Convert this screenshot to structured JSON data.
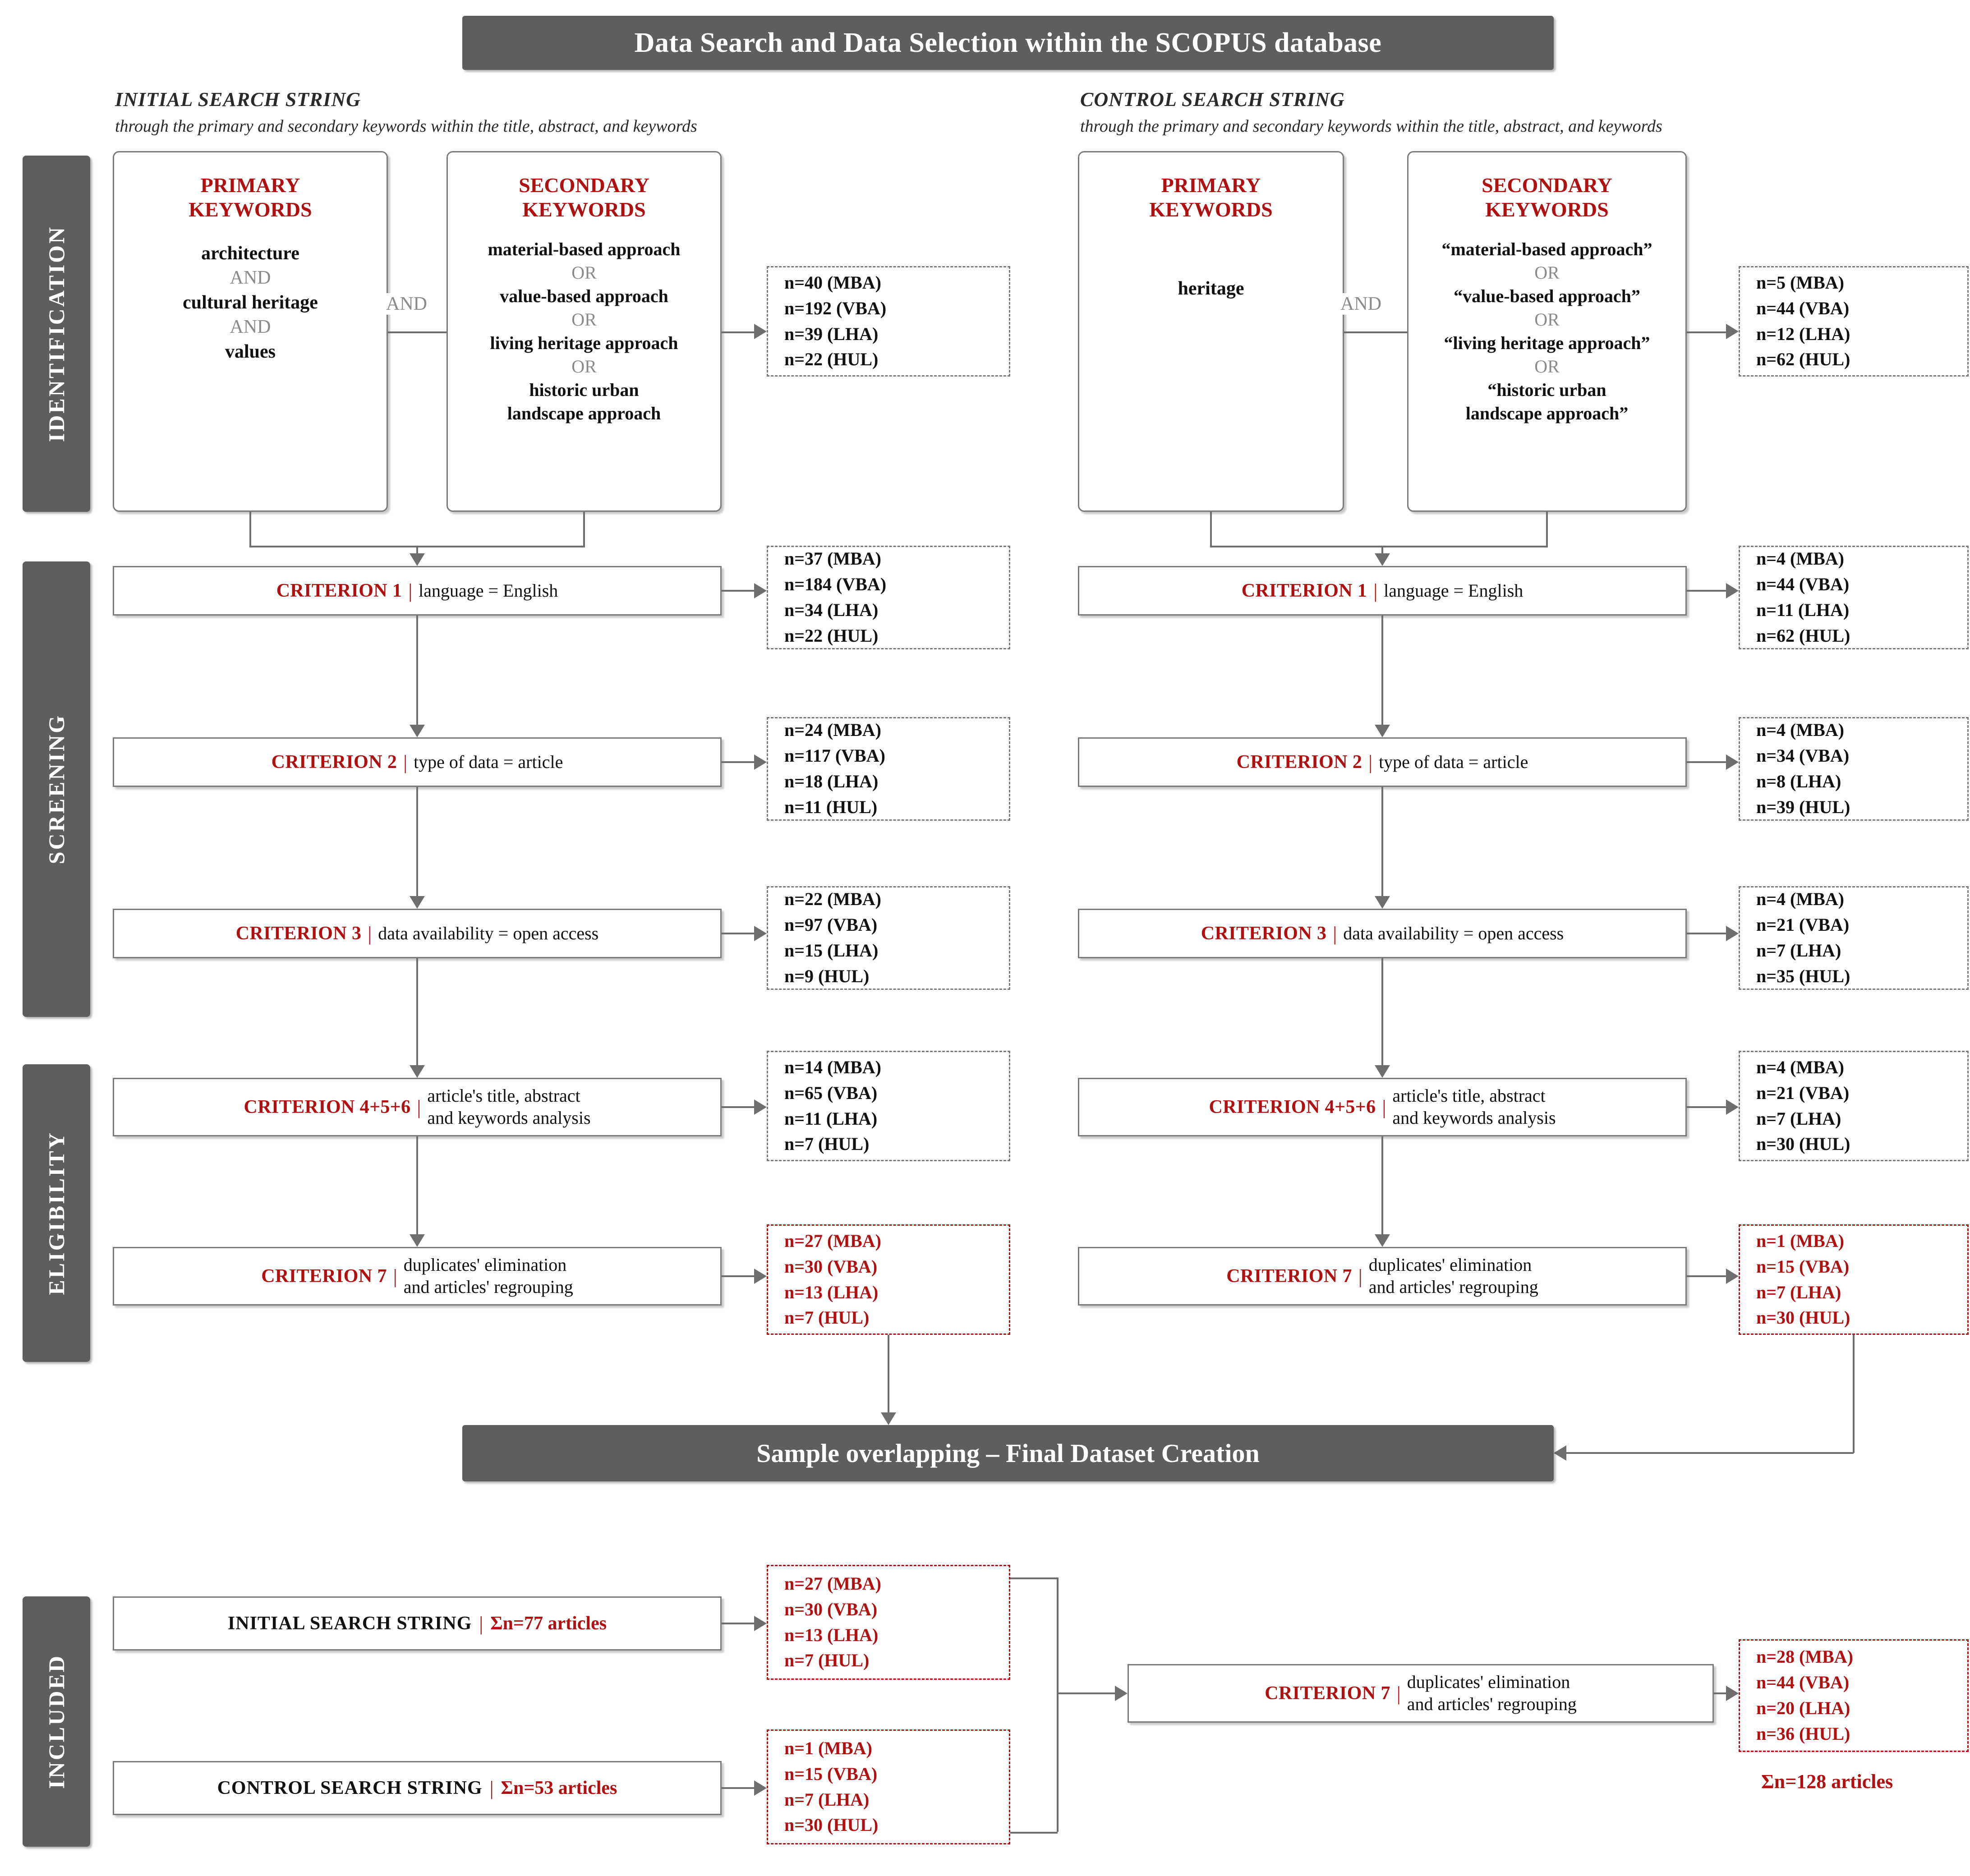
{
  "title": "Data Search and Data Selection within the SCOPUS database",
  "sample_banner": "Sample overlapping – Final Dataset Creation",
  "stages": [
    {
      "label": "IDENTIFICATION"
    },
    {
      "label": "SCREENING"
    },
    {
      "label": "ELIGIBILITY"
    },
    {
      "label": "INCLUDED"
    }
  ],
  "columns": [
    {
      "heading": "INITIAL SEARCH STRING",
      "subheading": "through the primary and secondary keywords within the title, abstract, and keywords",
      "primary": {
        "title_line1": "PRIMARY",
        "title_line2": "KEYWORDS",
        "items": [
          "architecture",
          "AND",
          "cultural heritage",
          "AND",
          "values"
        ]
      },
      "secondary": {
        "title_line1": "SECONDARY",
        "title_line2": "KEYWORDS",
        "items": [
          "material-based approach",
          "OR",
          "value-based approach",
          "OR",
          "living heritage approach",
          "OR",
          "historic urban|landscape approach"
        ]
      },
      "join_operator": "AND",
      "results_identification": [
        "n=40 (MBA)",
        "n=192 (VBA)",
        "n=39 (LHA)",
        "n=22 (HUL)"
      ],
      "criteria": [
        {
          "id": "CRITERION 1",
          "desc": "language = English",
          "results": [
            "n=37 (MBA)",
            "n=184 (VBA)",
            "n=34 (LHA)",
            "n=22 (HUL)"
          ],
          "red_results": false
        },
        {
          "id": "CRITERION 2",
          "desc": "type of data = article",
          "results": [
            "n=24 (MBA)",
            "n=117 (VBA)",
            "n=18 (LHA)",
            "n=11 (HUL)"
          ],
          "red_results": false
        },
        {
          "id": "CRITERION 3",
          "desc": "data availability = open access",
          "results": [
            "n=22 (MBA)",
            "n=97 (VBA)",
            "n=15 (LHA)",
            "n=9 (HUL)"
          ],
          "red_results": false
        },
        {
          "id": "CRITERION 4+5+6",
          "desc": "article's title, abstract|and keywords analysis",
          "results": [
            "n=14 (MBA)",
            "n=65 (VBA)",
            "n=11 (LHA)",
            "n=7 (HUL)"
          ],
          "red_results": false
        },
        {
          "id": "CRITERION 7",
          "desc": "duplicates' elimination|and articles' regrouping",
          "results": [
            "n=27 (MBA)",
            "n=30 (VBA)",
            "n=13 (LHA)",
            "n=7 (HUL)"
          ],
          "red_results": true
        }
      ]
    },
    {
      "heading": "CONTROL SEARCH STRING",
      "subheading": "through the primary and secondary keywords within the title, abstract, and keywords",
      "primary": {
        "title_line1": "PRIMARY",
        "title_line2": "KEYWORDS",
        "items": [
          "heritage"
        ]
      },
      "secondary": {
        "title_line1": "SECONDARY",
        "title_line2": "KEYWORDS",
        "items": [
          "“material-based approach”",
          "OR",
          "“value-based approach”",
          "OR",
          "“living heritage approach”",
          "OR",
          "“historic urban|landscape approach”"
        ]
      },
      "join_operator": "AND",
      "results_identification": [
        "n=5 (MBA)",
        "n=44 (VBA)",
        "n=12 (LHA)",
        "n=62 (HUL)"
      ],
      "criteria": [
        {
          "id": "CRITERION 1",
          "desc": "language = English",
          "results": [
            "n=4 (MBA)",
            "n=44 (VBA)",
            "n=11 (LHA)",
            "n=62 (HUL)"
          ],
          "red_results": false
        },
        {
          "id": "CRITERION 2",
          "desc": "type of data = article",
          "results": [
            "n=4 (MBA)",
            "n=34 (VBA)",
            "n=8 (LHA)",
            "n=39 (HUL)"
          ],
          "red_results": false
        },
        {
          "id": "CRITERION 3",
          "desc": "data availability = open access",
          "results": [
            "n=4 (MBA)",
            "n=21 (VBA)",
            "n=7 (LHA)",
            "n=35 (HUL)"
          ],
          "red_results": false
        },
        {
          "id": "CRITERION 4+5+6",
          "desc": "article's title, abstract|and keywords analysis",
          "results": [
            "n=4 (MBA)",
            "n=21 (VBA)",
            "n=7 (LHA)",
            "n=30 (HUL)"
          ],
          "red_results": false
        },
        {
          "id": "CRITERION 7",
          "desc": "duplicates' elimination|and articles' regrouping",
          "results": [
            "n=1 (MBA)",
            "n=15 (VBA)",
            "n=7 (LHA)",
            "n=30 (HUL)"
          ],
          "red_results": true
        }
      ]
    }
  ],
  "included": {
    "rows": [
      {
        "label": "INITIAL SEARCH STRING",
        "sum": "Σn=77 articles",
        "results": [
          "n=27 (MBA)",
          "n=30 (VBA)",
          "n=13 (LHA)",
          "n=7 (HUL)"
        ]
      },
      {
        "label": "CONTROL SEARCH STRING",
        "sum": "Σn=53 articles",
        "results": [
          "n=1 (MBA)",
          "n=15 (VBA)",
          "n=7 (LHA)",
          "n=30 (HUL)"
        ]
      }
    ],
    "final_criterion": {
      "id": "CRITERION 7",
      "desc": "duplicates' elimination|and articles' regrouping"
    },
    "final_results": [
      "n=28 (MBA)",
      "n=44 (VBA)",
      "n=20 (LHA)",
      "n=36 (HUL)"
    ],
    "final_total": "Σn=128 articles"
  },
  "colors": {
    "accent_red": "#b01010",
    "banner_grey": "#5e5e5e",
    "line_grey": "#6e6e6e",
    "box_border": "#7a7a7a"
  }
}
